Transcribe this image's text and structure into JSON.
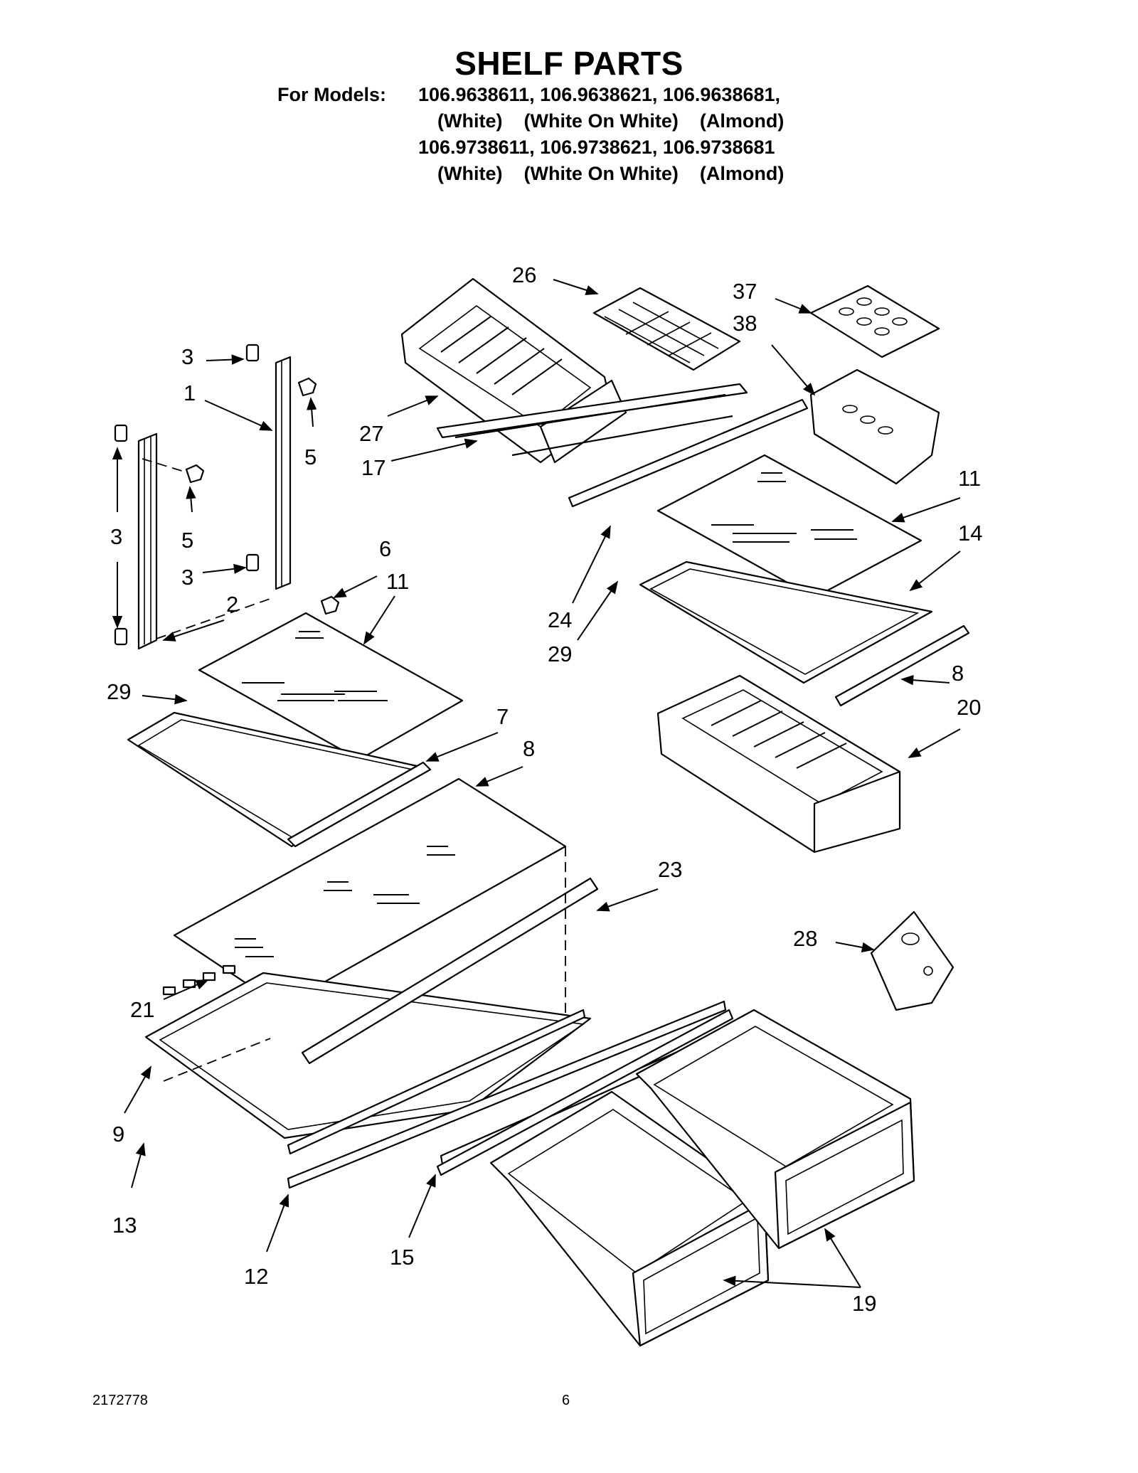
{
  "header": {
    "title": "SHELF PARTS",
    "models_label": "For Models:",
    "model_row_1": "106.9638611, 106.9638621, 106.9638681,",
    "finish_row_1": "(White)    (White On White)    (Almond)",
    "model_row_2": "106.9738611, 106.9738621, 106.9738681",
    "finish_row_2": "(White)    (White On White)    (Almond)"
  },
  "callouts": [
    "26",
    "37",
    "38",
    "3",
    "1",
    "5",
    "27",
    "17",
    "3",
    "5",
    "3",
    "6",
    "11",
    "2",
    "29",
    "11",
    "14",
    "24",
    "29",
    "8",
    "20",
    "7",
    "8",
    "23",
    "28",
    "21",
    "9",
    "13",
    "12",
    "15",
    "19"
  ],
  "footer": {
    "doc_number": "2172778",
    "page_number": "6"
  }
}
